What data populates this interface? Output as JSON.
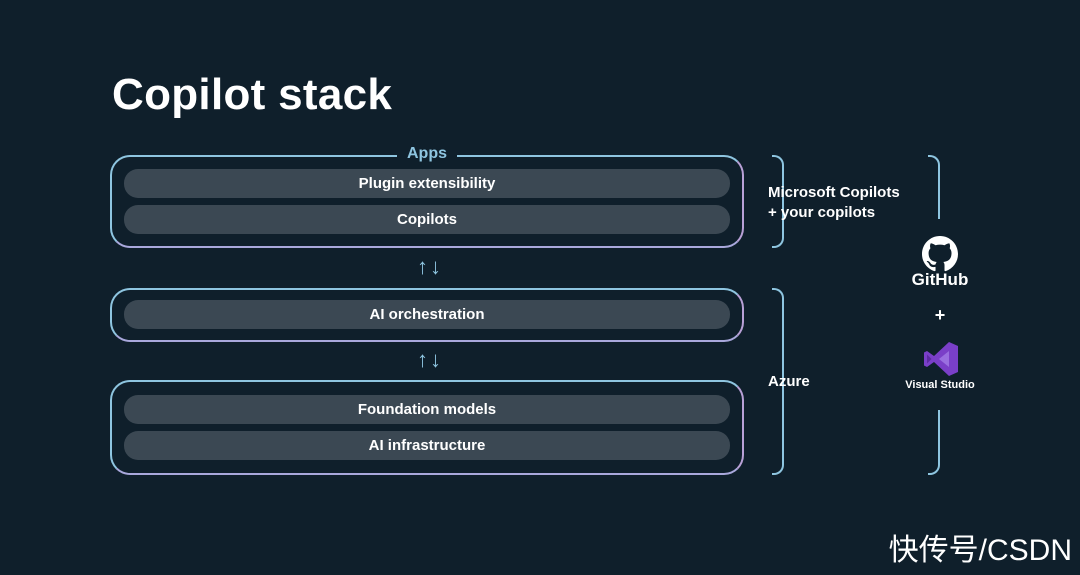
{
  "title": "Copilot stack",
  "apps_group": {
    "label": "Apps",
    "items": [
      "Plugin extensibility",
      "Copilots"
    ]
  },
  "orchestration_group": {
    "items": [
      "AI orchestration"
    ]
  },
  "foundation_group": {
    "items": [
      "Foundation models",
      "AI infrastructure"
    ]
  },
  "arrows": [
    "↑↓",
    "↑↓"
  ],
  "brackets": {
    "top_line1": "Microsoft Copilots",
    "top_line2": "+ your copilots",
    "bottom": "Azure"
  },
  "tools": {
    "github": "GitHub",
    "plus": "+",
    "visual_studio": "Visual Studio"
  },
  "colors": {
    "background": "#0f1f2b",
    "accent": "#8ec5e0",
    "pill": "#3b4853",
    "vs_purple": "#7a3fc8"
  },
  "watermark": "快传号/CSDN"
}
